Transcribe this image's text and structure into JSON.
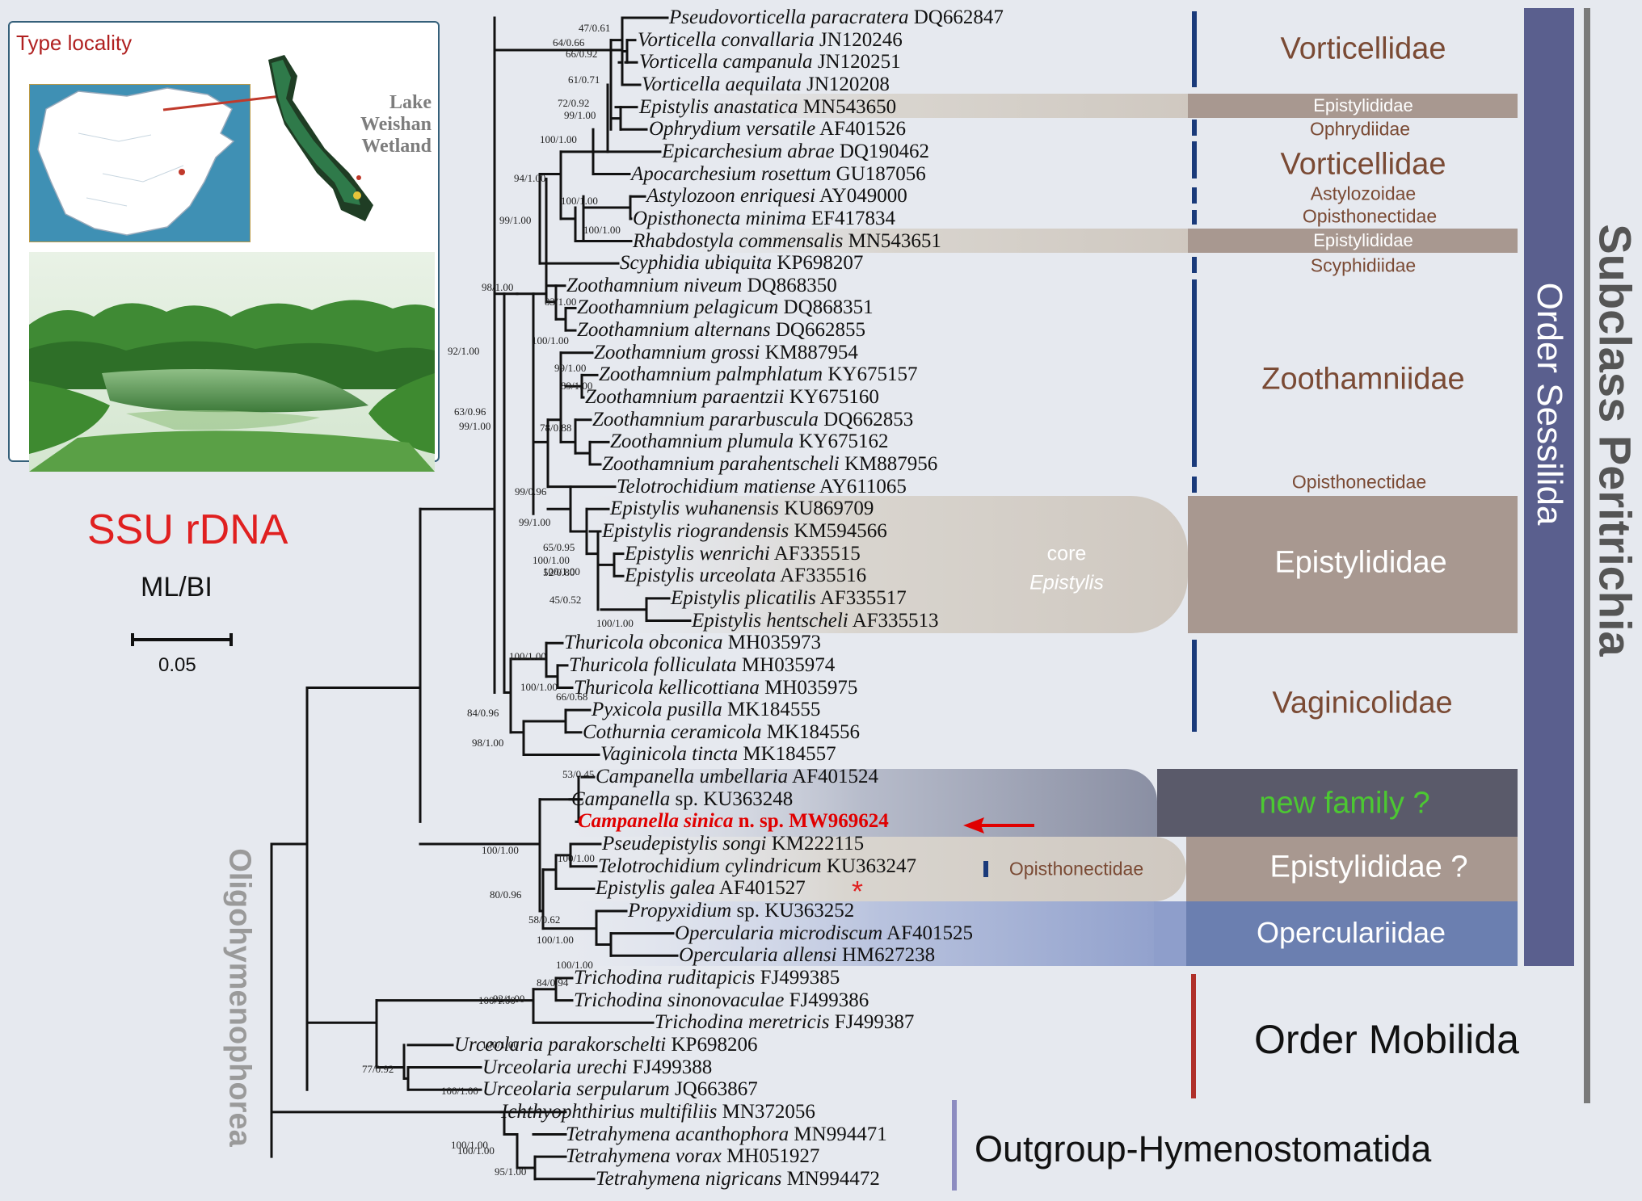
{
  "inset": {
    "label": "Type locality",
    "lake_lines": [
      "Lake",
      "Weishan",
      "Wetland"
    ]
  },
  "tree_title": "SSU rDNA",
  "support_legend": "ML/BI",
  "scale_bar_label": "0.05",
  "taxa": [
    {
      "name": "Pseudovorticella paracratera",
      "acc": "DQ662847"
    },
    {
      "name": "Vorticella convallaria",
      "acc": "JN120246"
    },
    {
      "name": "Vorticella campanula",
      "acc": "JN120251"
    },
    {
      "name": "Vorticella aequilata",
      "acc": "JN120208"
    },
    {
      "name": "Epistylis anastatica",
      "acc": "MN543650"
    },
    {
      "name": "Ophrydium versatile",
      "acc": "AF401526"
    },
    {
      "name": "Epicarchesium abrae",
      "acc": "DQ190462"
    },
    {
      "name": "Apocarchesium rosettum",
      "acc": "GU187056"
    },
    {
      "name": "Astylozoon enriquesi",
      "acc": "AY049000"
    },
    {
      "name": "Opisthonecta minima",
      "acc": "EF417834"
    },
    {
      "name": "Rhabdostyla commensalis",
      "acc": "MN543651"
    },
    {
      "name": "Scyphidia ubiquita",
      "acc": "KP698207"
    },
    {
      "name": "Zoothamnium niveum",
      "acc": "DQ868350"
    },
    {
      "name": "Zoothamnium pelagicum",
      "acc": "DQ868351"
    },
    {
      "name": "Zoothamnium alternans",
      "acc": "DQ662855"
    },
    {
      "name": "Zoothamnium grossi",
      "acc": "KM887954"
    },
    {
      "name": "Zoothamnium palmphlatum",
      "acc": "KY675157"
    },
    {
      "name": "Zoothamnium paraentzii",
      "acc": "KY675160"
    },
    {
      "name": "Zoothamnium pararbuscula",
      "acc": "DQ662853"
    },
    {
      "name": "Zoothamnium plumula",
      "acc": "KY675162"
    },
    {
      "name": "Zoothamnium parahentscheli",
      "acc": "KM887956"
    },
    {
      "name": "Telotrochidium matiense",
      "acc": "AY611065"
    },
    {
      "name": "Epistylis wuhanensis",
      "acc": "KU869709"
    },
    {
      "name": "Epistylis riograndensis",
      "acc": "KM594566"
    },
    {
      "name": "Epistylis wenrichi",
      "acc": "AF335515"
    },
    {
      "name": "Epistylis urceolata",
      "acc": "AF335516"
    },
    {
      "name": "Epistylis plicatilis",
      "acc": "AF335517"
    },
    {
      "name": "Epistylis hentscheli",
      "acc": "AF335513"
    },
    {
      "name": "Thuricola obconica",
      "acc": "MH035973"
    },
    {
      "name": "Thuricola folliculata",
      "acc": "MH035974"
    },
    {
      "name": "Thuricola kellicottiana",
      "acc": "MH035975"
    },
    {
      "name": "Pyxicola pusilla",
      "acc": "MK184555"
    },
    {
      "name": "Cothurnia ceramicola",
      "acc": "MK184556"
    },
    {
      "name": "Vaginicola tincta",
      "acc": "MK184557"
    },
    {
      "name": "Campanella umbellaria",
      "acc": "AF401524"
    },
    {
      "name": "Campanella",
      "acc": "sp. KU363248"
    },
    {
      "name": "Campanella sinica",
      "acc": "n. sp. MW969624"
    },
    {
      "name": "Pseudepistylis songi",
      "acc": "KM222115"
    },
    {
      "name": "Telotrochidium cylindricum",
      "acc": "KU363247"
    },
    {
      "name": "Epistylis galea",
      "acc": "AF401527"
    },
    {
      "name": "Propyxidium",
      "acc": "sp. KU363252"
    },
    {
      "name": "Opercularia microdiscum",
      "acc": "AF401525"
    },
    {
      "name": "Opercularia allensi",
      "acc": "HM627238"
    },
    {
      "name": "Trichodina ruditapicis",
      "acc": "FJ499385"
    },
    {
      "name": "Trichodina sinonovaculae",
      "acc": "FJ499386"
    },
    {
      "name": "Trichodina meretricis",
      "acc": "FJ499387"
    },
    {
      "name": "Urceolaria parakorschelti",
      "acc": "KP698206"
    },
    {
      "name": "Urceolaria urechi",
      "acc": "FJ499388"
    },
    {
      "name": "Urceolaria serpularum",
      "acc": "JQ663867"
    },
    {
      "name": "Ichthyophthirius multifiliis",
      "acc": "MN372056"
    },
    {
      "name": "Tetrahymena acanthophora",
      "acc": "MN994471"
    },
    {
      "name": "Tetrahymena vorax",
      "acc": "MH051927"
    },
    {
      "name": "Tetrahymena nigricans",
      "acc": "MN994472"
    }
  ],
  "supports": [
    "47/0.61",
    "64/0.66",
    "66/0.92",
    "61/0.71",
    "72/0.92",
    "99/1.00",
    "100/1.00",
    "94/1.00",
    "100/1.00",
    "99/1.00",
    "100/1.00",
    "98/1.00",
    "83/1.00",
    "100/1.00",
    "92/1.00",
    "99/1.00",
    "89/1.00",
    "63/0.96",
    "99/1.00",
    "78/0.88",
    "99/0.96",
    "99/1.00",
    "100/1.00",
    "65/0.95",
    "100/1.00",
    "52/0.80",
    "45/0.52",
    "100/1.00",
    "100/1.00",
    "100/1.00",
    "84/0.96",
    "66/0.68",
    "98/1.00",
    "53/0.45",
    "100/1.00",
    "100/1.00",
    "80/0.96",
    "58/0.62",
    "100/1.00",
    "100/1.00",
    "84/0.94",
    "92/1.00",
    "100/1.00",
    "100/1.00",
    "77/0.92",
    "100/1.00",
    "100/1.00",
    "100/1.00",
    "95/1.00"
  ],
  "families": {
    "vorticellidae": "Vorticellidae",
    "epistylididae": "Epistylididae",
    "ophrydiidae": "Ophrydiidae",
    "astylozoidae": "Astylozoidae",
    "opisthonectidae": "Opisthonectidae",
    "scyphidiidae": "Scyphidiidae",
    "zoothamniidae": "Zoothamniidae",
    "vaginicolidae": "Vaginicolidae",
    "new_family": "new family ?",
    "epistylididae_q": "Epistylididae ?",
    "operculariidae": "Operculariidae",
    "core": "core",
    "core_genus": "Epistylis"
  },
  "orders": {
    "sessilida": "Order Sessilida",
    "mobilida": "Order Mobilida",
    "outgroup": "Outgroup-Hymenostomatida",
    "subclass": "Subclass Peritrichia",
    "class": "Oligohymenophorea"
  },
  "asterisk": "*",
  "colors": {
    "family_text": "#7a4a34",
    "bar_blue": "#1a3a7a",
    "bar_red": "#b0302a",
    "sessilida_bar": "#5a5f8e",
    "band_brown": "#a89890",
    "band_dark": "#5a5a6a",
    "band_blue": "#6b7fb0",
    "new_species": "#e00000",
    "title_red": "#e02020",
    "new_family_green": "#4cc832"
  }
}
